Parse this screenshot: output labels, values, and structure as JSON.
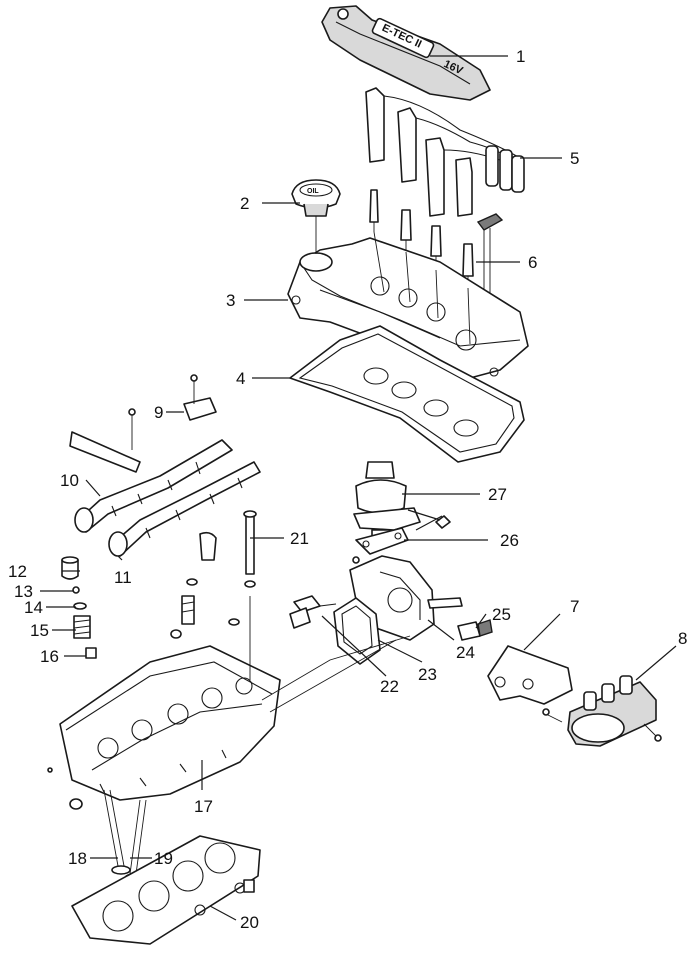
{
  "figure": {
    "callouts": [
      "1",
      "2",
      "3",
      "4",
      "5",
      "6",
      "7",
      "8",
      "9",
      "10",
      "11",
      "12",
      "13",
      "14",
      "15",
      "16",
      "17",
      "18",
      "19",
      "20",
      "21",
      "22",
      "23",
      "24",
      "25",
      "26",
      "27"
    ],
    "cover_emblem": "E-TEC II",
    "cover_marking": "16V",
    "oil_cap_marking": "OIL"
  }
}
